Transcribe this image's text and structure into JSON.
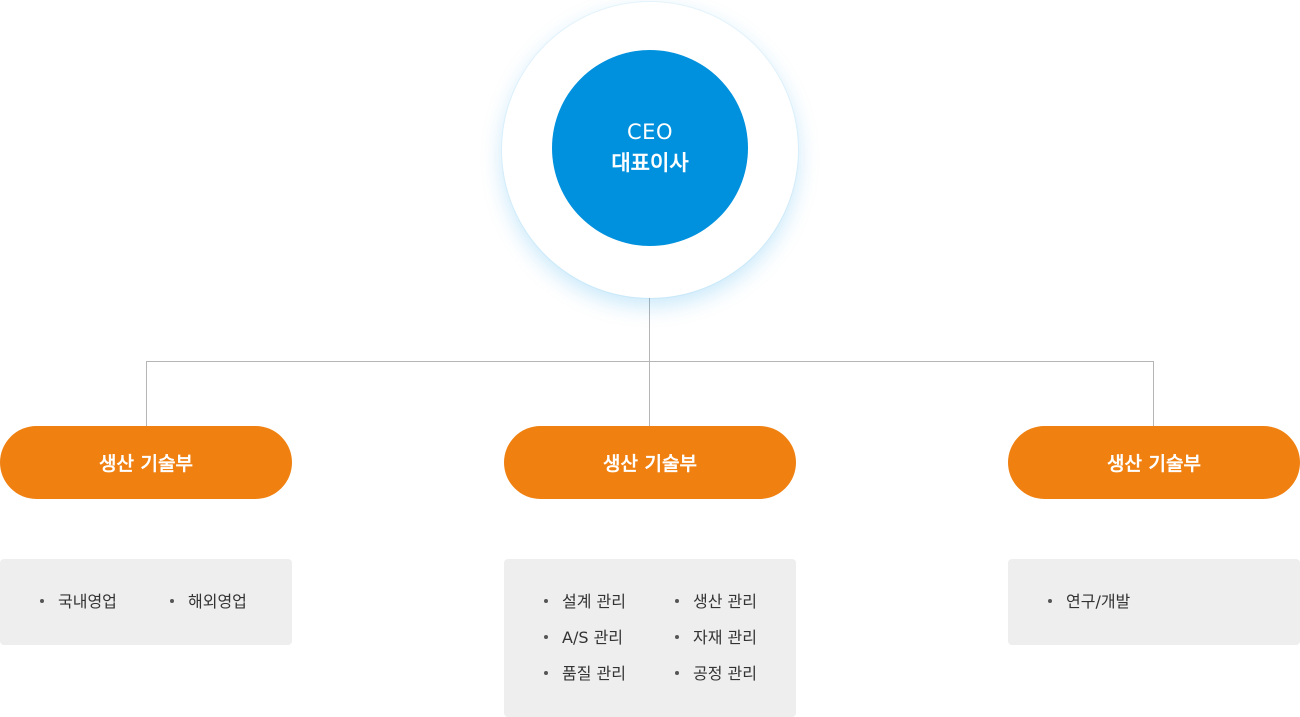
{
  "ceo": {
    "title_en": "CEO",
    "title_ko": "대표이사"
  },
  "departments": [
    {
      "name": "생산 기술부",
      "tasks": [
        "국내영업",
        "해외영업"
      ]
    },
    {
      "name": "생산 기술부",
      "tasks": [
        "설계 관리",
        "생산 관리",
        "A/S 관리",
        "자재 관리",
        "품질 관리",
        "공정 관리"
      ]
    },
    {
      "name": "생산 기술부",
      "tasks": [
        "연구/개발"
      ]
    }
  ],
  "colors": {
    "ceo_blue": "#0091de",
    "dept_orange": "#f08010",
    "task_bg": "#eeeeee",
    "line": "#b5b5b5"
  }
}
